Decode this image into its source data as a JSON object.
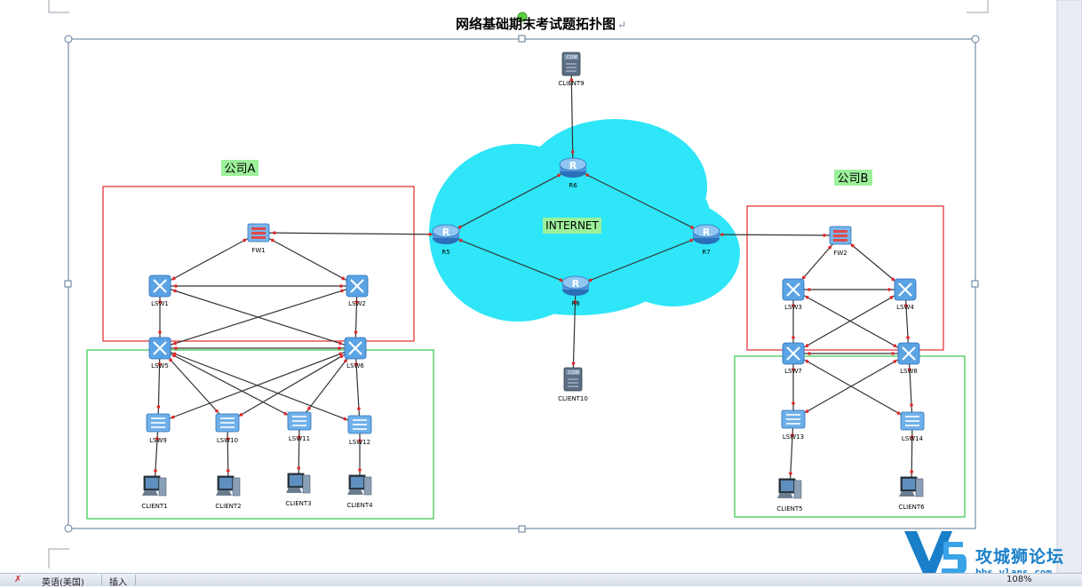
{
  "title": "网络基础期末考试题拓扑图",
  "title_mark": "↵",
  "labels": {
    "company_a": "公司A",
    "company_b": "公司B",
    "internet": "INTERNET"
  },
  "colors": {
    "cloud": "#2ee6f7",
    "zone_red": "#e0282a",
    "zone_green": "#35c84a",
    "label_bg": "#9df09b",
    "link": "#333333",
    "port": "#e0282a"
  },
  "nodes": [
    {
      "id": "CLIENT9",
      "type": "server",
      "label": "CLIENT9"
    },
    {
      "id": "R6",
      "type": "router",
      "label": "R6"
    },
    {
      "id": "R5",
      "type": "router",
      "label": "R5"
    },
    {
      "id": "R7",
      "type": "router",
      "label": "R7"
    },
    {
      "id": "R8",
      "type": "router",
      "label": "R8"
    },
    {
      "id": "CLIENT10",
      "type": "server",
      "label": "CLIENT10"
    },
    {
      "id": "FW1",
      "type": "firewall",
      "label": "FW1"
    },
    {
      "id": "LSW1",
      "type": "core-switch",
      "label": "LSW1"
    },
    {
      "id": "LSW2",
      "type": "core-switch",
      "label": "LSW2"
    },
    {
      "id": "LSW5",
      "type": "core-switch",
      "label": "LSW5"
    },
    {
      "id": "LSW6",
      "type": "core-switch",
      "label": "LSW6"
    },
    {
      "id": "LSW9",
      "type": "access-switch",
      "label": "LSW9"
    },
    {
      "id": "LSW10",
      "type": "access-switch",
      "label": "LSW10"
    },
    {
      "id": "LSW11",
      "type": "access-switch",
      "label": "LSW11"
    },
    {
      "id": "LSW12",
      "type": "access-switch",
      "label": "LSW12"
    },
    {
      "id": "CLIENT1",
      "type": "pc",
      "label": "CLIENT1"
    },
    {
      "id": "CLIENT2",
      "type": "pc",
      "label": "CLIENT2"
    },
    {
      "id": "CLIENT3",
      "type": "pc",
      "label": "CLIENT3"
    },
    {
      "id": "CLIENT4",
      "type": "pc",
      "label": "CLIENT4"
    },
    {
      "id": "FW2",
      "type": "firewall",
      "label": "FW2"
    },
    {
      "id": "LSW3",
      "type": "core-switch",
      "label": "LSW3"
    },
    {
      "id": "LSW4",
      "type": "core-switch",
      "label": "LSW4"
    },
    {
      "id": "LSW7",
      "type": "core-switch",
      "label": "LSW7"
    },
    {
      "id": "LSW8",
      "type": "core-switch",
      "label": "LSW8"
    },
    {
      "id": "LSW13",
      "type": "access-switch",
      "label": "LSW13"
    },
    {
      "id": "LSW14",
      "type": "access-switch",
      "label": "LSW14"
    },
    {
      "id": "CLIENT5",
      "type": "pc",
      "label": "CLIENT5"
    },
    {
      "id": "CLIENT6",
      "type": "pc",
      "label": "CLIENT6"
    }
  ],
  "links": [
    [
      "CLIENT9",
      "R6"
    ],
    [
      "R6",
      "R5"
    ],
    [
      "R6",
      "R7"
    ],
    [
      "R5",
      "R8"
    ],
    [
      "R7",
      "R8"
    ],
    [
      "R8",
      "CLIENT10"
    ],
    [
      "FW1",
      "R5"
    ],
    [
      "R7",
      "FW2"
    ],
    [
      "FW1",
      "LSW1"
    ],
    [
      "FW1",
      "LSW2"
    ],
    [
      "LSW1",
      "LSW2"
    ],
    [
      "LSW1",
      "LSW5"
    ],
    [
      "LSW1",
      "LSW6"
    ],
    [
      "LSW2",
      "LSW5"
    ],
    [
      "LSW2",
      "LSW6"
    ],
    [
      "LSW5",
      "LSW6"
    ],
    [
      "LSW5",
      "LSW9"
    ],
    [
      "LSW5",
      "LSW10"
    ],
    [
      "LSW5",
      "LSW11"
    ],
    [
      "LSW5",
      "LSW12"
    ],
    [
      "LSW6",
      "LSW9"
    ],
    [
      "LSW6",
      "LSW10"
    ],
    [
      "LSW6",
      "LSW11"
    ],
    [
      "LSW6",
      "LSW12"
    ],
    [
      "LSW9",
      "CLIENT1"
    ],
    [
      "LSW10",
      "CLIENT2"
    ],
    [
      "LSW11",
      "CLIENT3"
    ],
    [
      "LSW12",
      "CLIENT4"
    ],
    [
      "FW2",
      "LSW3"
    ],
    [
      "FW2",
      "LSW4"
    ],
    [
      "LSW3",
      "LSW4"
    ],
    [
      "LSW3",
      "LSW7"
    ],
    [
      "LSW3",
      "LSW8"
    ],
    [
      "LSW4",
      "LSW7"
    ],
    [
      "LSW4",
      "LSW8"
    ],
    [
      "LSW7",
      "LSW8"
    ],
    [
      "LSW7",
      "LSW13"
    ],
    [
      "LSW7",
      "LSW14"
    ],
    [
      "LSW8",
      "LSW13"
    ],
    [
      "LSW8",
      "LSW14"
    ],
    [
      "LSW13",
      "CLIENT5"
    ],
    [
      "LSW14",
      "CLIENT6"
    ]
  ],
  "status_bar": {
    "language": "英语(美国)",
    "mode": "插入",
    "zoom": "108%"
  },
  "watermark": {
    "logo_letter": "V",
    "text": "攻城狮论坛",
    "url": "bbs.vlans.com"
  }
}
